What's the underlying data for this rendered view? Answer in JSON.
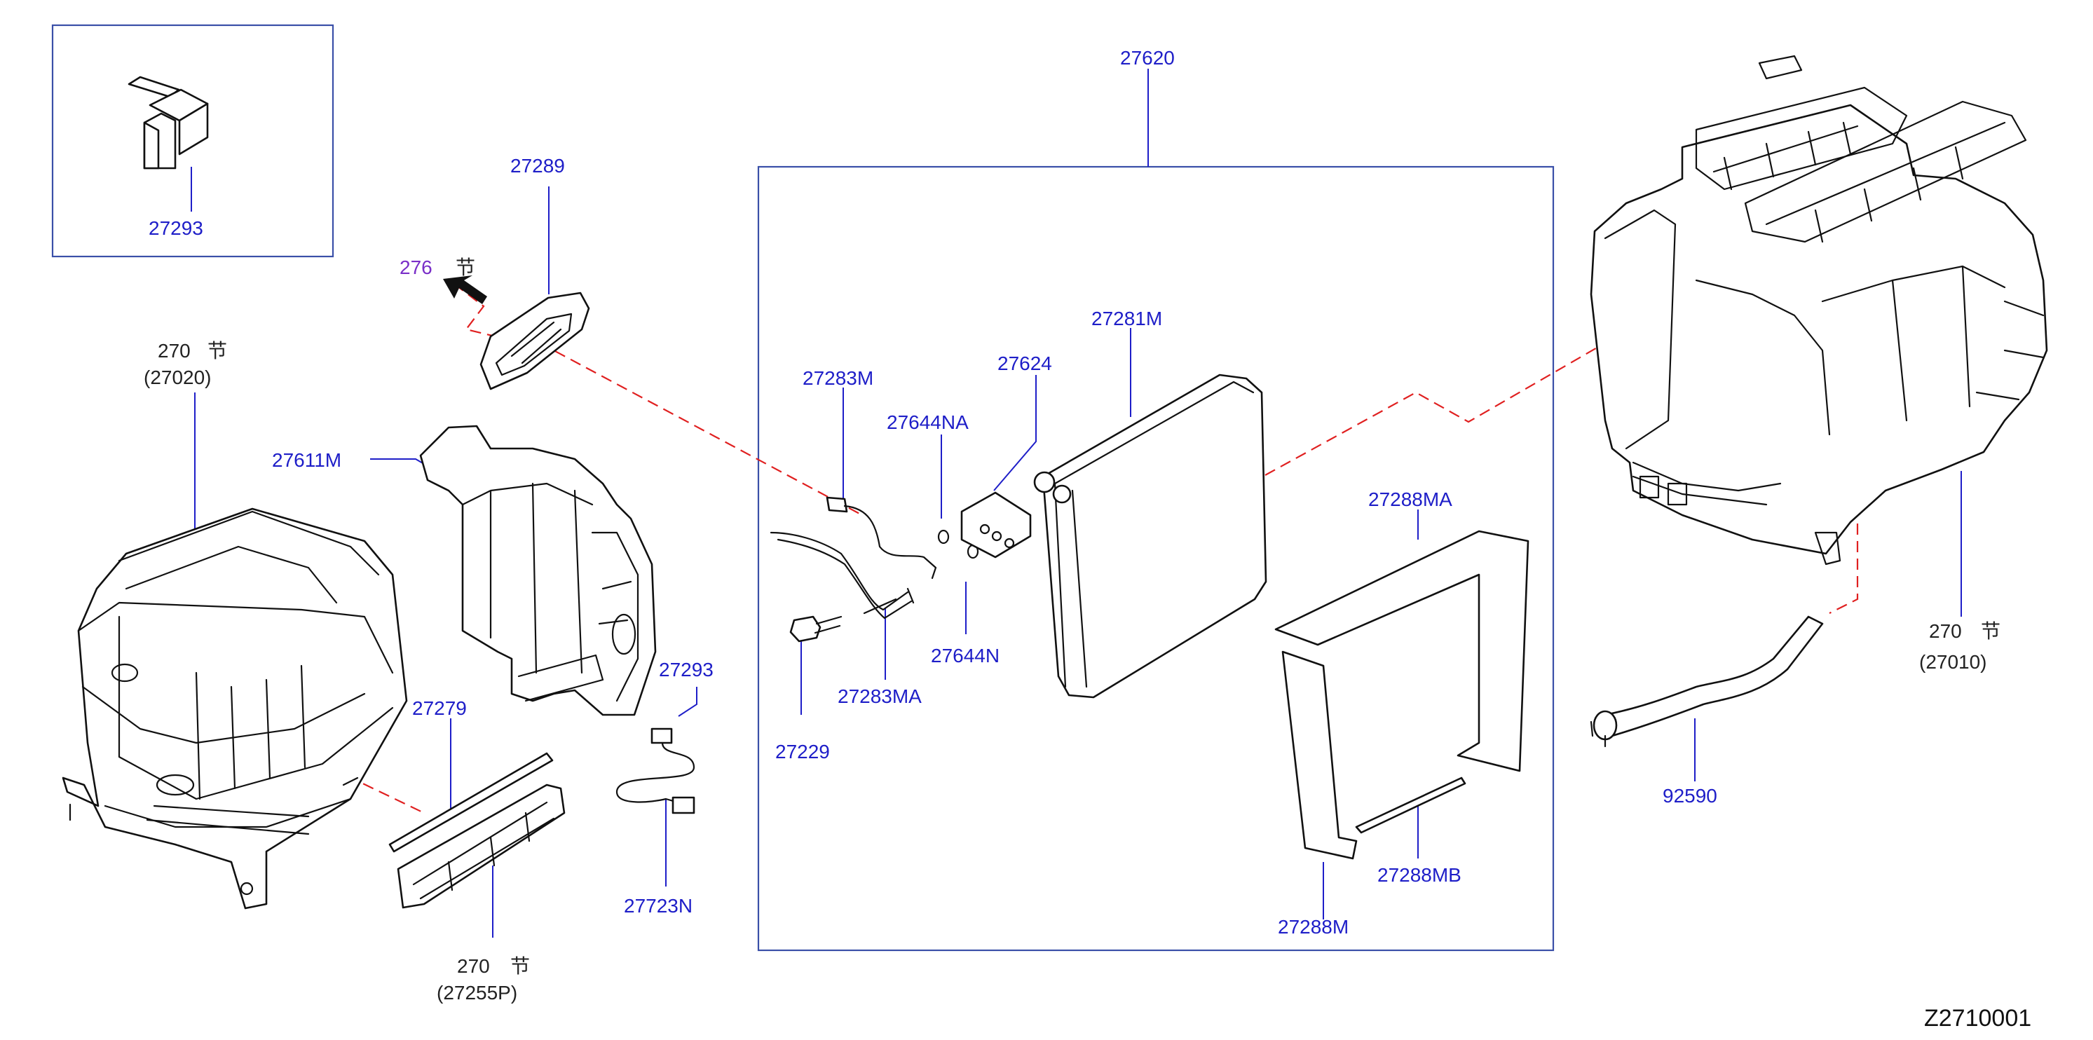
{
  "labels": {
    "p27293_top": "27293",
    "p27289": "27289",
    "ref276": "276",
    "ref276_sec": "节",
    "p270_left": "270",
    "p270_left_sec": "节",
    "p27020": "(27020)",
    "p27611M": "27611M",
    "p27279": "27279",
    "p270_bottom": "270",
    "p270_bottom_sec": "节",
    "p27255P": "(27255P)",
    "p27293_mid": "27293",
    "p27723N": "27723N",
    "p27620": "27620",
    "p27283M": "27283M",
    "p27644NA": "27644NA",
    "p27624": "27624",
    "p27281M": "27281M",
    "p27644N": "27644N",
    "p27283MA": "27283MA",
    "p27229": "27229",
    "p27288MA": "27288MA",
    "p27288MB": "27288MB",
    "p27288M": "27288M",
    "p270_right": "270",
    "p270_right_sec": "节",
    "p27010": "(27010)",
    "p92590": "92590",
    "diagram_code": "Z2710001"
  },
  "colors": {
    "label_blue": "#1e1ec8",
    "reference_purple": "#7a2fc8",
    "dashed_red": "#e02020",
    "frame_blue": "#3a4fa8",
    "line_black": "#111111"
  }
}
